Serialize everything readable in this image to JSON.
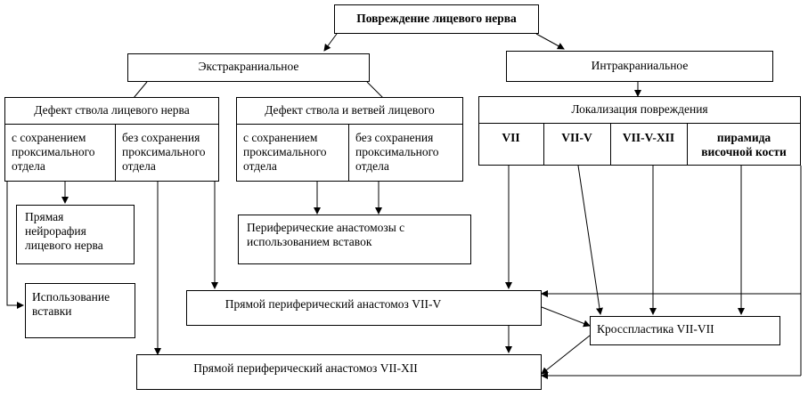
{
  "root": {
    "label": "Повреждение лицевого нерва"
  },
  "extracranial": {
    "label": "Экстракраниальное",
    "trunk_defect": {
      "label": "Дефект ствола лицевого нерва",
      "with_proximal": [
        "с сохранением",
        "проксимального",
        "отдела"
      ],
      "without_proximal": [
        "без сохранения",
        "проксимального",
        "отдела"
      ]
    },
    "trunk_branch_defect": {
      "label": "Дефект ствола и ветвей лицевого",
      "with_proximal": [
        "с сохранением",
        "проксимального",
        "отдела"
      ],
      "without_proximal": [
        "без сохранения",
        "проксимального",
        "отдела"
      ]
    }
  },
  "intracranial": {
    "label": "Интракраниальное",
    "localization": {
      "label": "Локализация повреждения",
      "cells": [
        "VII",
        "VII-V",
        "VII-V-XII",
        "пирамида",
        "височной кости"
      ]
    }
  },
  "outcomes": {
    "direct_neurorrhaphy": [
      "Прямая",
      "нейрорафия",
      "лицевого нерва"
    ],
    "graft_use": [
      "Использование",
      "вставки"
    ],
    "peripheral_anastomoses": [
      "Периферические анастомозы с",
      "использованием вставок"
    ],
    "anastomosis_vii_v": "Прямой периферический анастомоз VII-V",
    "anastomosis_vii_xii": "Прямой периферический анастомоз VII-XII",
    "crossplasty": "Кросспластика VII-VII"
  }
}
